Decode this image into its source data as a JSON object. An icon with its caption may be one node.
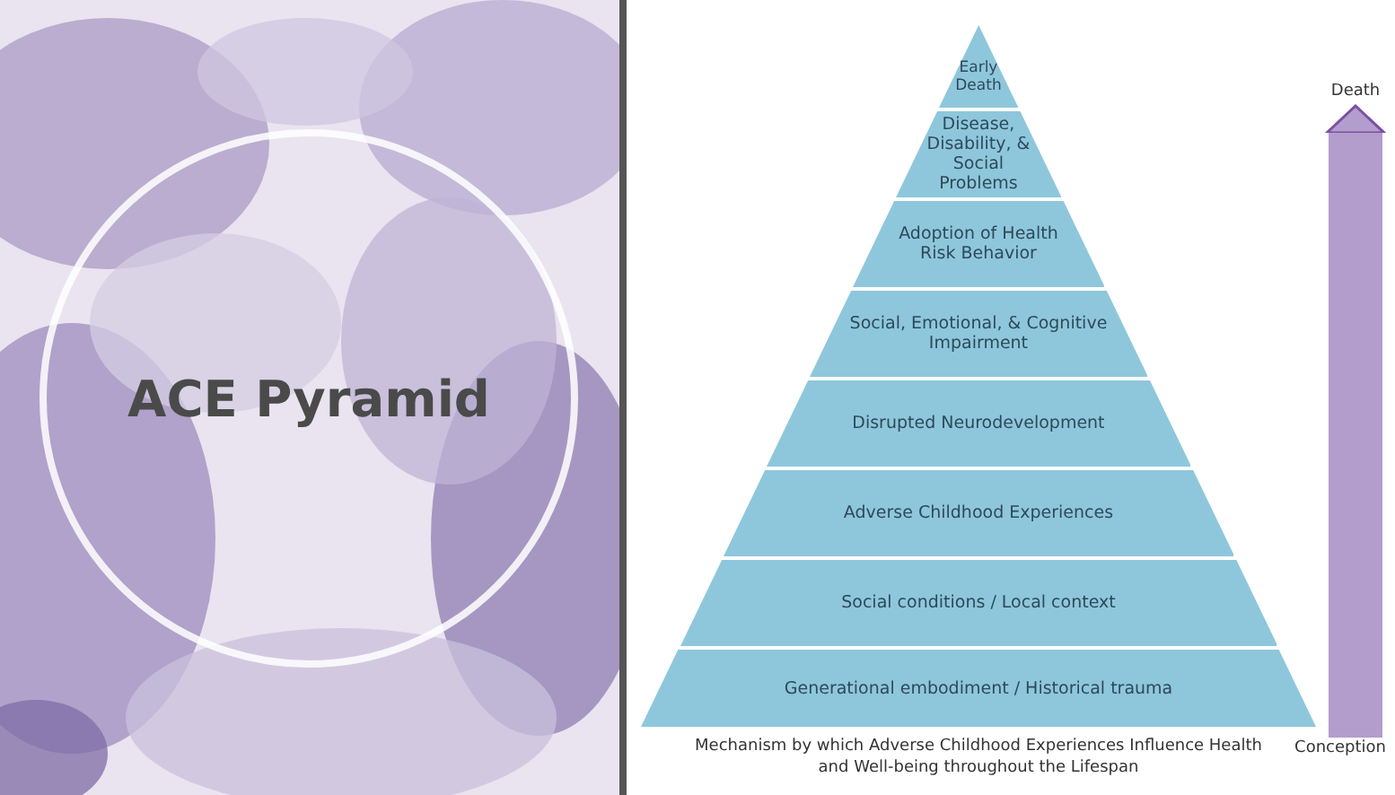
{
  "diagram": {
    "caption": "Mechanism by which Adverse Childhood Experiences Influence Health and Well-being throughout the Lifespan",
    "nodes": [
      {
        "text": [
          "ACE Pyramid"
        ]
      },
      {
        "text": [
          "Early Death"
        ]
      },
      {
        "text": [
          "Disease, Disability, & Social Problems"
        ]
      },
      {
        "text": [
          "Adoption of Health Risk Behavior"
        ]
      },
      {
        "text": [
          "Social, Emotional, & Cognitive Impairment"
        ]
      },
      {
        "text": [
          "Disrupted Neurodevelopment"
        ]
      },
      {
        "text": [
          "Adverse Childhood Experiences"
        ]
      },
      {
        "text": [
          "Social conditions / Local context"
        ]
      },
      {
        "text": [
          "Generational embodiment / Historical trauma"
        ]
      },
      {
        "text": [
          "Death"
        ]
      },
      {
        "text": [
          "Conception"
        ]
      }
    ],
    "edges": [
      {
        "from": 10,
        "to": 9,
        "arrow": "to"
      }
    ]
  }
}
